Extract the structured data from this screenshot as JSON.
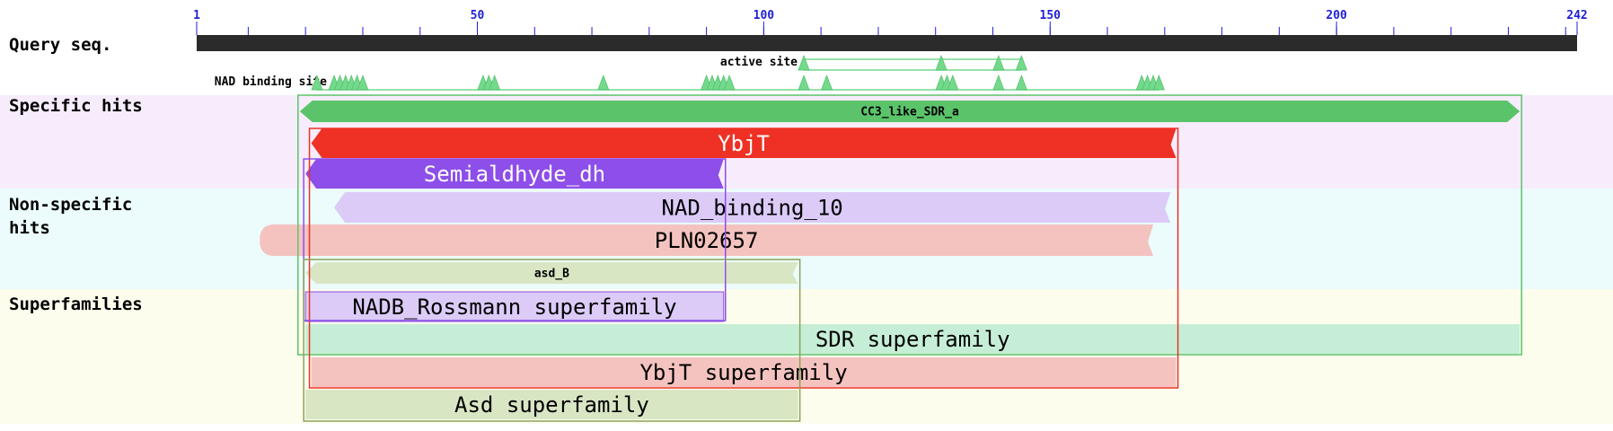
{
  "query": {
    "label": "Query seq.",
    "length": 242,
    "tick_labels": [
      1,
      50,
      100,
      150,
      200,
      242
    ]
  },
  "rows": {
    "specific": "Specific hits",
    "nonspecific_line1": "Non-specific",
    "nonspecific_line2": "hits",
    "superfamilies": "Superfamilies"
  },
  "features": [
    {
      "name": "active site",
      "positions": [
        107,
        131,
        141,
        145
      ]
    },
    {
      "name": "NAD binding site",
      "positions": [
        22,
        25,
        26,
        27,
        28,
        29,
        30,
        51,
        52,
        53,
        72,
        90,
        91,
        92,
        93,
        94,
        107,
        111,
        131,
        132,
        133,
        141,
        145,
        166,
        167,
        168,
        169
      ]
    }
  ],
  "colors": {
    "query_bar": "#2b2b2b",
    "tick": "#1f1fd6",
    "specific_bg": "#f7ecfb",
    "nonspecific_bg": "#ecfbfc",
    "superfamily_bg": "#fdfdee",
    "feature": "#73d98b"
  },
  "hits": [
    {
      "name": "CC3_like_SDR_a",
      "start": 19,
      "end": 232,
      "fill": "#5bc46b",
      "text": "#000000",
      "shape": "double_arrow",
      "font": 13,
      "bracket": "#5bc46b"
    },
    {
      "name": "YbjT",
      "start": 21,
      "end": 172,
      "fill": "#ee3124",
      "text": "#ffffff",
      "shape": "arrow_left",
      "font": 24,
      "bracket": "#ee3124"
    },
    {
      "name": "Semialdhyde_dh",
      "start": 20,
      "end": 93,
      "fill": "#8d4ee9",
      "text": "#ffffff",
      "shape": "arrow_left",
      "font": 24,
      "bracket": "#8d4ee9"
    },
    {
      "name": "NAD_binding_10",
      "start": 25,
      "end": 171,
      "fill": "#dccbf7",
      "text": "#000000",
      "shape": "arrow_left",
      "font": 24
    },
    {
      "name": "PLN02657",
      "start": 12,
      "end": 168,
      "fill": "#f4c3bf",
      "text": "#000000",
      "shape": "rounded_left",
      "font": 24
    },
    {
      "name": "asd_B",
      "start": 20,
      "end": 106,
      "fill": "#d9e6c4",
      "text": "#000000",
      "shape": "arrow_left",
      "font": 13,
      "bracket": "#8aa356"
    },
    {
      "name": "NADB_Rossmann superfamily",
      "start": 20,
      "end": 93,
      "fill": "#dccbf7",
      "text": "#000000",
      "shape": "box",
      "font": 24
    },
    {
      "name": "SDR superfamily",
      "start": 20,
      "end": 232,
      "fill": "#c6eed6",
      "text": "#000000",
      "shape": "box",
      "font": 24
    },
    {
      "name": "YbjT superfamily",
      "start": 21,
      "end": 172,
      "fill": "#f4c3bf",
      "text": "#000000",
      "shape": "box",
      "font": 24
    },
    {
      "name": "Asd superfamily",
      "start": 20,
      "end": 106,
      "fill": "#d9e6c4",
      "text": "#000000",
      "shape": "box",
      "font": 24
    }
  ]
}
